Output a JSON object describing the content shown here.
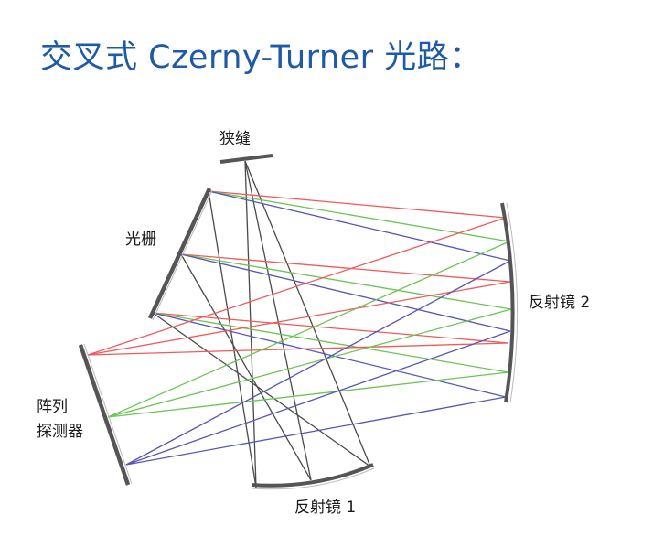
{
  "title": "交叉式 Czerny-Turner 光路：",
  "labels": {
    "slit": "狭缝",
    "grating": "光栅",
    "mirror2": "反射镜 2",
    "detector_line1": "阵列",
    "detector_line2": "探测器",
    "mirror1": "反射镜 1"
  },
  "colors": {
    "title": "#1f5aa6",
    "red_ray": "#f05a5a",
    "green_ray": "#6cc456",
    "blue_ray": "#5656b4",
    "gray_ray": "#4a4a4a",
    "component": "#555555"
  }
}
